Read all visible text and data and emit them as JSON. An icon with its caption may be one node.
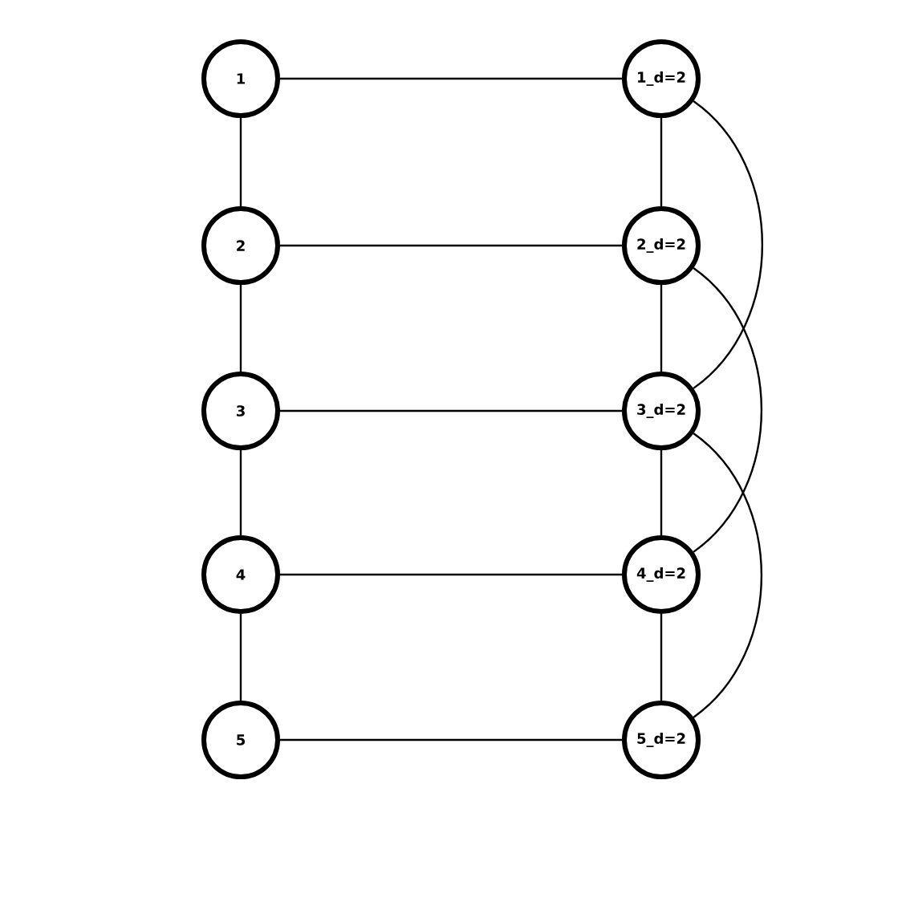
{
  "diagram": {
    "nodes": [
      {
        "text": [
          "1"
        ]
      },
      {
        "text": [
          "2"
        ]
      },
      {
        "text": [
          "3"
        ]
      },
      {
        "text": [
          "4"
        ]
      },
      {
        "text": [
          "5"
        ]
      },
      {
        "text": [
          "1_d=2"
        ]
      },
      {
        "text": [
          "2_d=2"
        ]
      },
      {
        "text": [
          "3_d=2"
        ]
      },
      {
        "text": [
          "4_d=2"
        ]
      },
      {
        "text": [
          "5_d=2"
        ]
      }
    ],
    "edges": [
      {
        "from": 0,
        "to": 1,
        "arrow": "none"
      },
      {
        "from": 1,
        "to": 2,
        "arrow": "none"
      },
      {
        "from": 2,
        "to": 3,
        "arrow": "none"
      },
      {
        "from": 3,
        "to": 4,
        "arrow": "none"
      },
      {
        "from": 0,
        "to": 5,
        "arrow": "none"
      },
      {
        "from": 1,
        "to": 6,
        "arrow": "none"
      },
      {
        "from": 2,
        "to": 7,
        "arrow": "none"
      },
      {
        "from": 3,
        "to": 8,
        "arrow": "none"
      },
      {
        "from": 4,
        "to": 9,
        "arrow": "none"
      },
      {
        "from": 5,
        "to": 6,
        "arrow": "none"
      },
      {
        "from": 6,
        "to": 7,
        "arrow": "none"
      },
      {
        "from": 7,
        "to": 8,
        "arrow": "none"
      },
      {
        "from": 8,
        "to": 9,
        "arrow": "none"
      },
      {
        "from": 5,
        "to": 7,
        "arrow": "none"
      },
      {
        "from": 6,
        "to": 8,
        "arrow": "none"
      },
      {
        "from": 7,
        "to": 9,
        "arrow": "none"
      }
    ]
  }
}
